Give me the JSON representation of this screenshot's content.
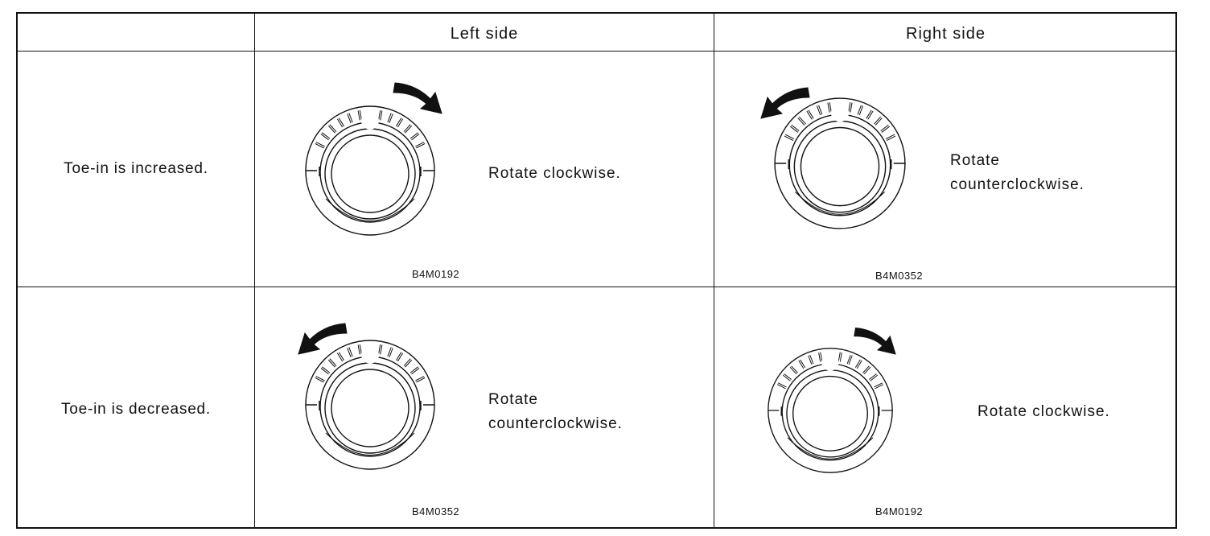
{
  "table": {
    "headers": {
      "side_column": "",
      "left": "Left side",
      "right": "Right side"
    },
    "rows": [
      {
        "label": "Toe-in is increased.",
        "left": {
          "instruction": [
            "Rotate clockwise."
          ],
          "figure_id": "B4M0192",
          "direction": "clockwise"
        },
        "right": {
          "instruction": [
            "Rotate",
            "counterclockwise."
          ],
          "figure_id": "B4M0352",
          "direction": "counterclockwise"
        }
      },
      {
        "label": "Toe-in is decreased.",
        "left": {
          "instruction": [
            "Rotate",
            "counterclockwise."
          ],
          "figure_id": "B4M0352",
          "direction": "counterclockwise"
        },
        "right": {
          "instruction": [
            "Rotate clockwise."
          ],
          "figure_id": "B4M0192",
          "direction": "clockwise"
        }
      }
    ]
  },
  "icons": {
    "adjuster": "eccentric-bolt-adjuster-icon",
    "arrow": "rotation-arrow-icon"
  }
}
